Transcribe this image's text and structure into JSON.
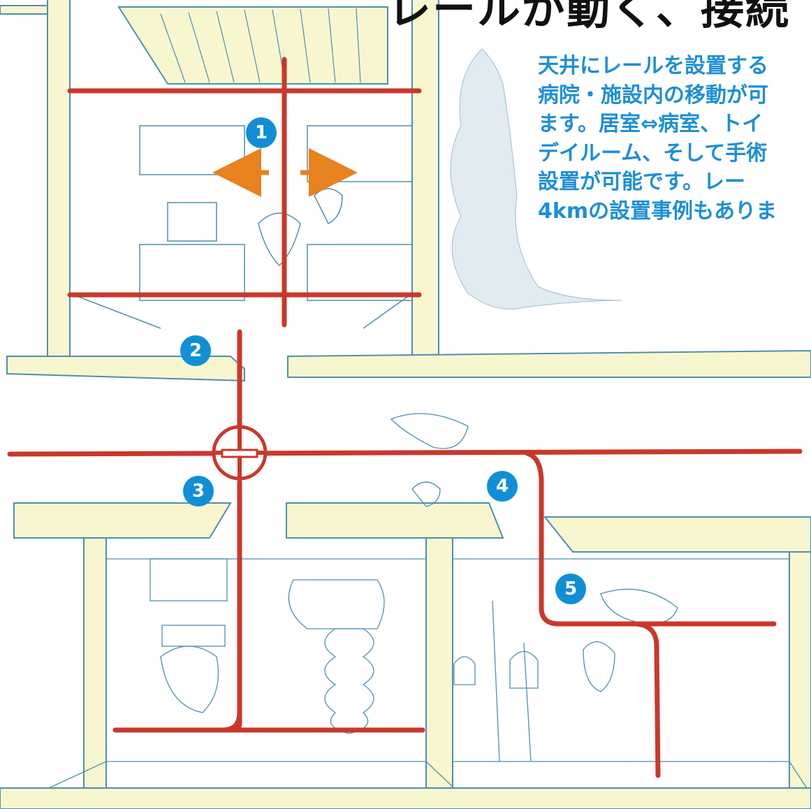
{
  "title": "レールが動く、接続",
  "description_lines": [
    "天井にレールを設置する",
    "病院・施設内の移動が可",
    "ます。居室⇔病室、トイ",
    "デイルーム、そして手術",
    "設置が可能です。レー",
    "4kmの設置事例もありま"
  ],
  "markers": [
    "1",
    "2",
    "3",
    "4",
    "5"
  ],
  "colors": {
    "rail": "#c9382b",
    "arrow": "#e8821e",
    "badge": "#118fd4",
    "wall": "#f7f6cf",
    "outline": "#4e8fb1",
    "text": "#1e8fd3"
  }
}
